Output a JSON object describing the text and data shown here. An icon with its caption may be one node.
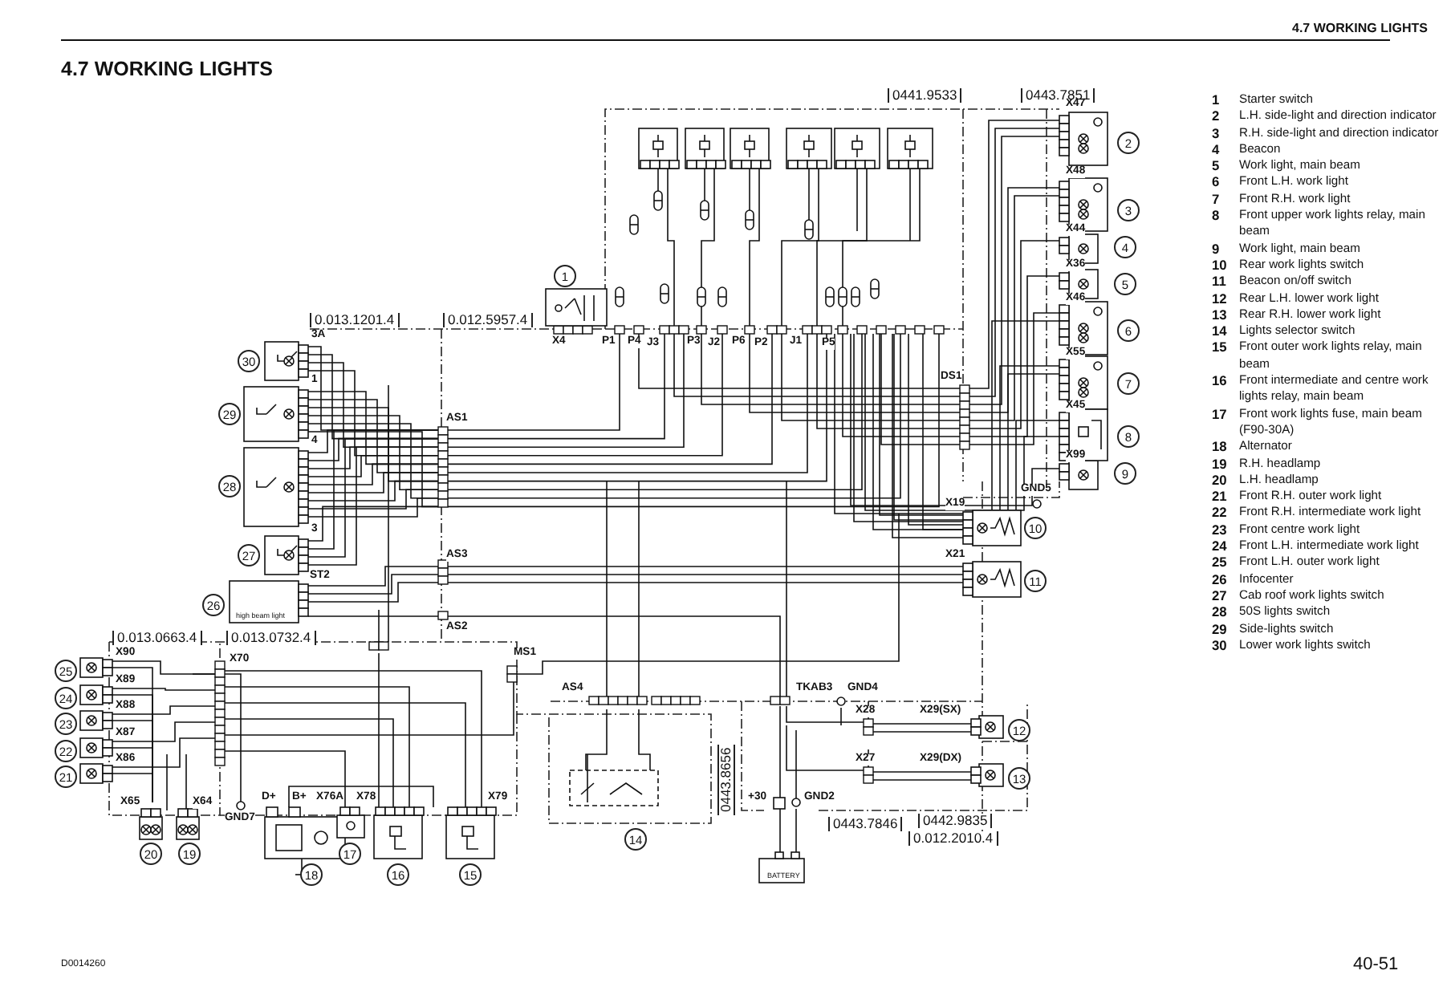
{
  "diagram": {
    "title": "4.7 WORKING LIGHTS",
    "labels": [
      "4.7 WORKING LIGHTS",
      "0441.9533",
      "0443.7851",
      "X47",
      "2",
      "X48",
      "3",
      "X44",
      "4",
      "X36",
      "5",
      "1",
      "X46",
      "6",
      "0.013.1201.4",
      "0.012.5957.4",
      "X4",
      "P1",
      "P4",
      "J3",
      "P3",
      "J2",
      "P6",
      "P2",
      "J1",
      "P5",
      "3A",
      "30",
      "1",
      "X55",
      "7",
      "DS1",
      "29",
      "4",
      "X45",
      "AS1",
      "8",
      "X99",
      "9",
      "28",
      "GND5",
      "3",
      "X19",
      "10",
      "27",
      "X21",
      "11",
      "ST2",
      "AS3",
      "high beam light",
      "26",
      "AS2",
      "0.013.0663.4",
      "0.013.0732.4",
      "X90",
      "X70",
      "MS1",
      "25",
      "X89",
      "24",
      "AS4",
      "TKAB3",
      "GND4",
      "X88",
      "X28",
      "X29(SX)",
      "23",
      "X87",
      "12",
      "22",
      "X86",
      "X27",
      "X29(DX)",
      "21",
      "13",
      "0443.8656",
      "D+",
      "B+",
      "X65",
      "X64",
      "X76A",
      "X78",
      "X79",
      "+30",
      "GND2",
      "GND7",
      "14",
      "0443.7846",
      "0442.9835",
      "0.012.2010.4",
      "20",
      "19",
      "17",
      "BATTERY",
      "18",
      "16",
      "15",
      "D0014260",
      "40-51",
      "1",
      "Starter switch",
      "2",
      "L.H. side-light and direction indicator",
      "3",
      "R.H. side-light and direction indicator",
      "4",
      "Beacon",
      "5",
      "Work light, main beam",
      "6",
      "Front L.H. work light",
      "7",
      "Front R.H. work light",
      "8",
      "Front upper work lights relay, main beam",
      "9",
      "Work light, main beam",
      "10",
      "Rear work lights switch",
      "11",
      "Beacon on/off switch",
      "12",
      "Rear L.H. lower work light",
      "13",
      "Rear R.H. lower work light",
      "14",
      "Lights selector switch",
      "15",
      "Front outer work lights relay, main beam",
      "16",
      "Front intermediate and centre work lights relay, main beam",
      "17",
      "Front work lights fuse, main beam (F90-30A)",
      "18",
      "Alternator",
      "19",
      "R.H. headlamp",
      "20",
      "L.H. headlamp",
      "21",
      "Front R.H. outer work light",
      "22",
      "Front R.H. intermediate work light",
      "23",
      "Front centre work light",
      "24",
      "Front L.H. intermediate work light",
      "25",
      "Front L.H. outer work light",
      "26",
      "Infocenter",
      "27",
      "Cab roof work lights switch",
      "28",
      "50S lights switch",
      "29",
      "Side-lights switch",
      "30",
      "Lower work lights switch"
    ]
  }
}
